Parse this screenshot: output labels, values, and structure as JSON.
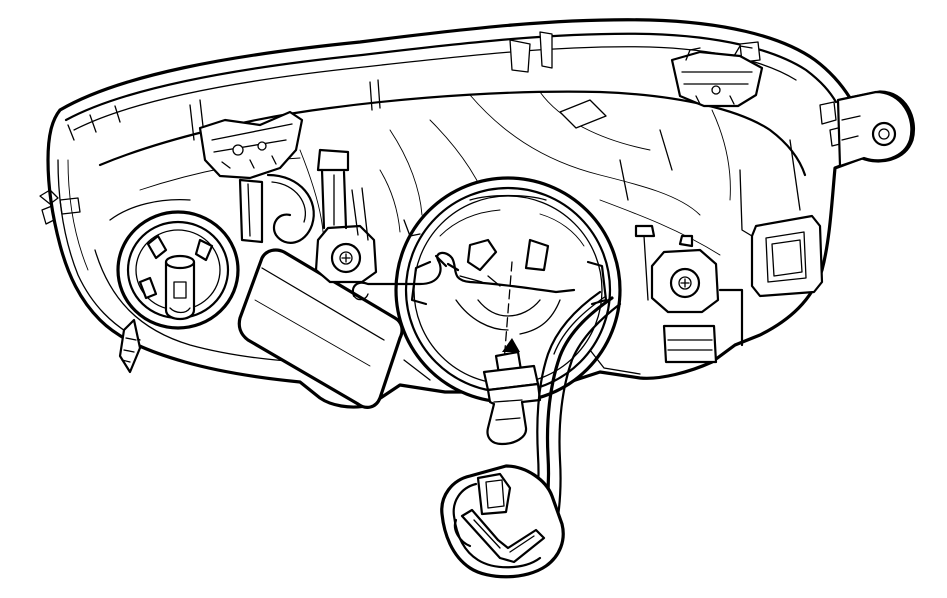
{
  "figure": {
    "description_visible": false,
    "colors": {
      "stroke": "#000000",
      "background": "#ffffff"
    },
    "icons": [
      "headlamp-housing",
      "turn-signal-socket",
      "main-bulb-opening",
      "wire-retaining-clip",
      "halogen-bulb",
      "bulb-connector",
      "wiring-harness",
      "mounting-bracket",
      "mounting-hole"
    ]
  }
}
